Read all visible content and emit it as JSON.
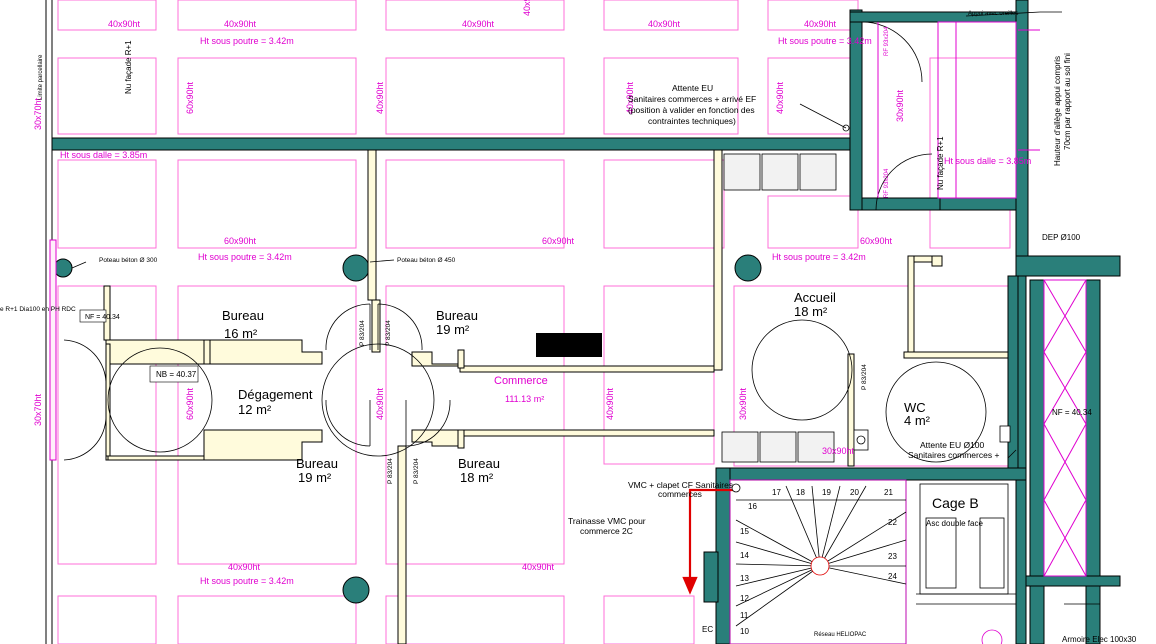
{
  "rooms": {
    "bureau_tl": {
      "name": "Bureau",
      "area": "16 m²"
    },
    "bureau_tr": {
      "name": "Bureau",
      "area": "19 m²"
    },
    "degagement": {
      "name": "Dégagement",
      "area": "12 m²"
    },
    "bureau_bl": {
      "name": "Bureau",
      "area": "19 m²"
    },
    "bureau_br": {
      "name": "Bureau",
      "area": "18 m²"
    },
    "commerce": {
      "name": "Commerce",
      "area": "111.13  m²"
    },
    "accueil": {
      "name": "Accueil",
      "area": "18 m²"
    },
    "wc": {
      "name": "WC",
      "area": "4 m²"
    },
    "cage": {
      "name": "Cage B",
      "sub": "Asc double face"
    }
  },
  "labels": {
    "beam_40x90": "40x90ht",
    "beam_60x90": "60x90ht",
    "beam_30x90": "30x90ht",
    "beam_30x70": "30x70ht",
    "ht_poutre": "Ht sous poutre = 3.42m",
    "ht_dalle": "Ht sous dalle = 3.85m",
    "poteau_300": "Poteau béton Ø 300",
    "poteau_450": "Poteau béton Ø 450",
    "nu_facade": "Nu façade R+1",
    "limite": "Limite parcellaire",
    "dep": "DEP Ø100",
    "nf": "NF = 40.34",
    "nb": "NB = 40.37",
    "eu_left": "e R+1 Dia100 en PH RDC",
    "door": "P 83/204",
    "rf": "RF 93x204",
    "appui": "Appui avec oreilles",
    "allege": "Hauteur d'allège appui compris",
    "allege2": "70cm par rapport au sol fini",
    "heliopac": "Réseau HELIOPAC",
    "armoire": "Armoire Elec 100x30",
    "ec": "EC"
  },
  "notes": {
    "attente_eu_1": "Attente EU",
    "attente_eu_2": "Sanitaires commerces + arrivé EF",
    "attente_eu_3": "(position à valider en fonction des",
    "attente_eu_4": "contraintes techniques)",
    "attente_eu100_1": "Attente EU Ø100",
    "attente_eu100_2": "Sanitaires commerces +",
    "vmc_1": "VMC + clapet CF Sanitaires",
    "vmc_2": "commerces",
    "trainasse_1": "Trainasse VMC pour",
    "trainasse_2": "commerce 2C"
  },
  "stairs": [
    "17",
    "18",
    "19",
    "20",
    "21",
    "16",
    "22",
    "15",
    "23",
    "14",
    "24",
    "13",
    "12",
    "11",
    "10"
  ],
  "colors": {
    "wall": "#2a7f7a",
    "beam": "#e000d0",
    "partition": "#fffbdc",
    "accent": "#e00000"
  }
}
